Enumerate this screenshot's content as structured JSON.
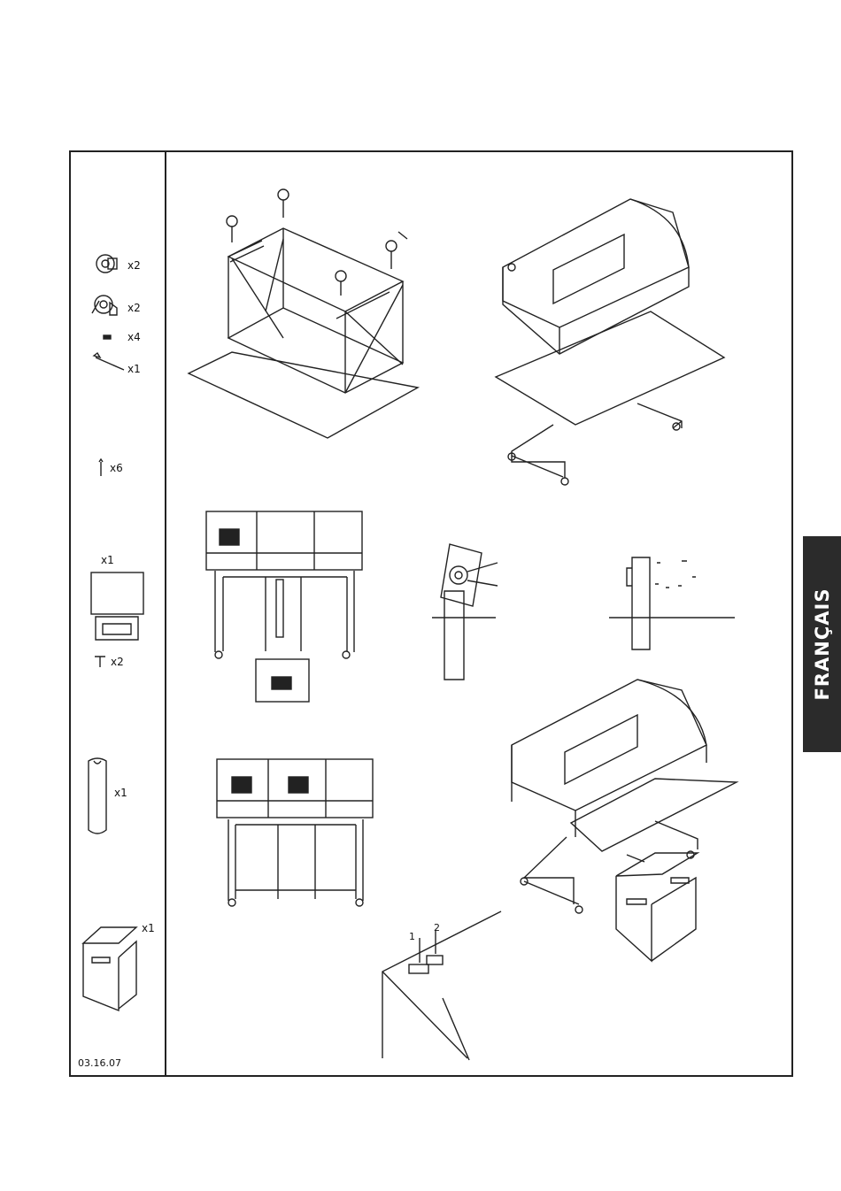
{
  "parts": {
    "caster_lock": {
      "qty": "x2"
    },
    "caster_free": {
      "qty": "x2"
    },
    "screw": {
      "qty": "x4"
    },
    "wrench": {
      "qty": "x1"
    },
    "pin": {
      "qty": "x6"
    },
    "panel": {
      "qty_top": "x1",
      "knob_qty": "x2"
    },
    "tube": {
      "qty": "x1"
    },
    "bin": {
      "qty": "x1"
    }
  },
  "footer": {
    "code": "03.16.07"
  },
  "language_tab": {
    "label": "FRANÇAIS"
  },
  "callouts": {
    "one": "1",
    "two": "2"
  }
}
